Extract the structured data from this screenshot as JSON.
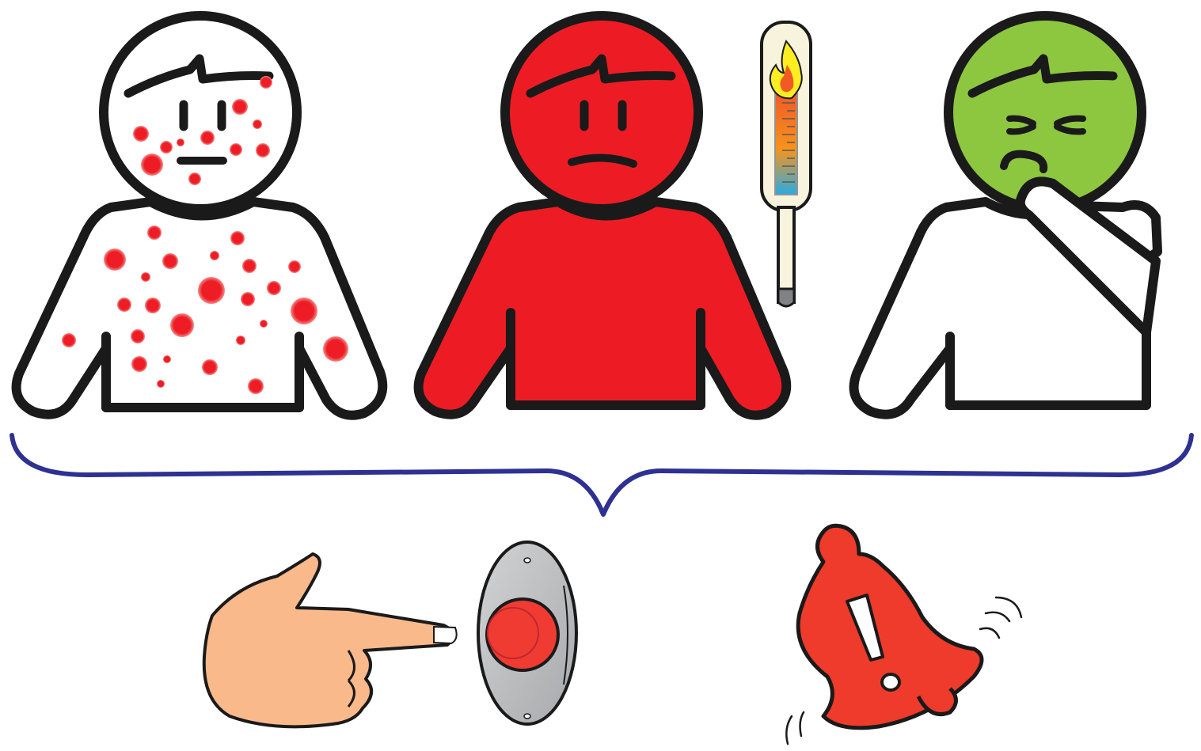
{
  "figures": [
    {
      "id": "rash",
      "icon": "person-with-rash-icon"
    },
    {
      "id": "fever",
      "icon": "person-with-fever-icon"
    },
    {
      "id": "nausea",
      "icon": "person-feeling-sick-icon"
    }
  ],
  "grouping": {
    "icon": "curly-brace-icon"
  },
  "actions": [
    {
      "id": "press",
      "icon": "finger-pressing-call-button-icon"
    },
    {
      "id": "alarm",
      "icon": "ringing-alarm-bell-icon"
    }
  ],
  "colors": {
    "outline": "#1a1a1a",
    "rash_spot": "#ee1c24",
    "fever_body": "#ed1c24",
    "sick_face": "#8dc63f",
    "brace": "#2e3192",
    "hand": "#f9b98b",
    "button_plate": "#bcbec0",
    "button_red": "#ef3b32",
    "bell": "#ef3b2b"
  }
}
